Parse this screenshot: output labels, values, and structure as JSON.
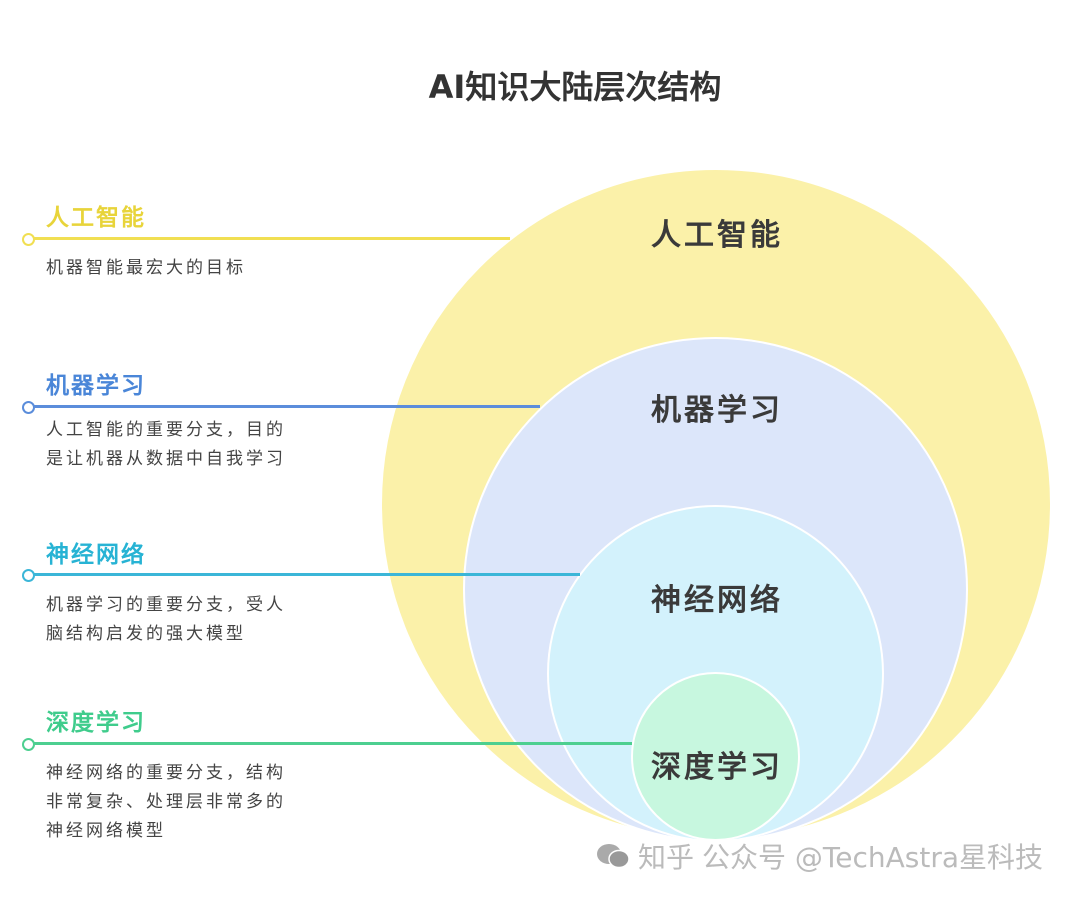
{
  "title": "AI知识大陆层次结构",
  "colors": {
    "ai": "#e8d43a",
    "ml": "#4a86d8",
    "nn": "#27b3d4",
    "dl": "#3fcc8c",
    "ai_fill": "#fbf1a9",
    "ml_fill": "#dce6fa",
    "nn_fill": "#d3f2fc",
    "dl_fill": "#c7f7df"
  },
  "levels": [
    {
      "name": "人工智能",
      "desc_lines": [
        "机器智能最宏大的目标"
      ]
    },
    {
      "name": "机器学习",
      "desc_lines": [
        "人工智能的重要分支，目的",
        "是让机器从数据中自我学习"
      ]
    },
    {
      "name": "神经网络",
      "desc_lines": [
        "机器学习的重要分支，受人",
        "脑结构启发的强大模型"
      ]
    },
    {
      "name": "深度学习",
      "desc_lines": [
        "神经网络的重要分支，结构",
        "非常复杂、处理层非常多的",
        "神经网络模型"
      ]
    }
  ],
  "watermark": {
    "text": "公众号 @TechAstra星科技",
    "overlay": "知乎"
  }
}
